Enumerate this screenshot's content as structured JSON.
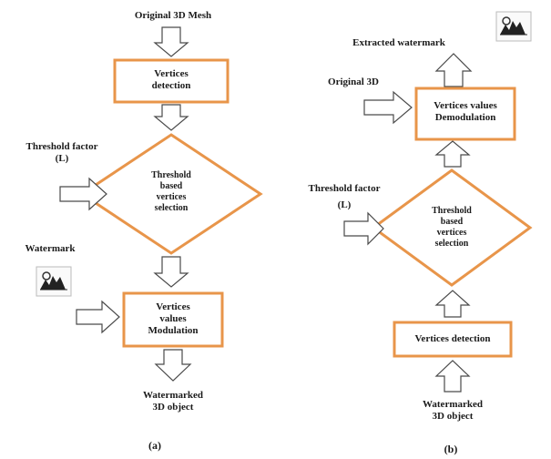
{
  "panel_a": {
    "input_label": "Original 3D Mesh",
    "box1": [
      "Vertices",
      "detection"
    ],
    "threshold_label": [
      "Threshold factor",
      "(L)"
    ],
    "diamond": [
      "Threshold",
      "based",
      "vertices",
      "selection"
    ],
    "watermark_label": "Watermark",
    "watermark_image": "watermark-image",
    "box2": [
      "Vertices",
      "values",
      "Modulation"
    ],
    "output_label": [
      "Watermarked",
      "3D object"
    ],
    "caption": "(a)"
  },
  "panel_b": {
    "output_label": "Extracted watermark",
    "watermark_image": "watermark-image",
    "original_label": "Original 3D",
    "box_demod": [
      "Vertices values",
      "Demodulation"
    ],
    "threshold_label": [
      "Threshold factor",
      "(L)"
    ],
    "diamond": [
      "Threshold",
      "based",
      "vertices",
      "selection"
    ],
    "box_detect": "Vertices detection",
    "input_label": [
      "Watermarked",
      "3D object"
    ],
    "caption": "(b)"
  },
  "colors": {
    "box_border": "#e8954a",
    "arrow_stroke": "#4a4a4a"
  }
}
